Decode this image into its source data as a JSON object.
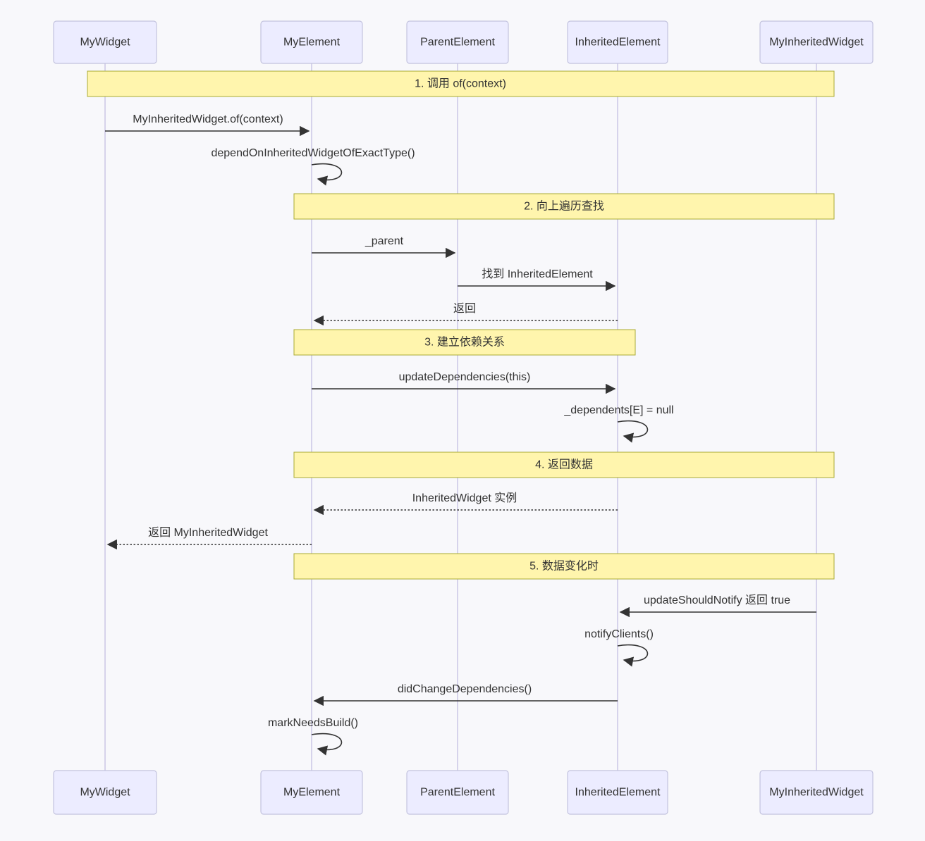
{
  "diagram": {
    "type": "sequence",
    "participants": [
      {
        "label": "MyWidget"
      },
      {
        "label": "MyElement"
      },
      {
        "label": "ParentElement"
      },
      {
        "label": "InheritedElement"
      },
      {
        "label": "MyInheritedWidget"
      }
    ],
    "notes": [
      {
        "label": "1. 调用 of(context)",
        "over": [
          "MyWidget",
          "MyInheritedWidget"
        ]
      },
      {
        "label": "2. 向上遍历查找",
        "over": [
          "MyElement",
          "MyInheritedWidget"
        ]
      },
      {
        "label": "3. 建立依赖关系",
        "over": [
          "MyElement",
          "InheritedElement"
        ]
      },
      {
        "label": "4. 返回数据",
        "over": [
          "MyElement",
          "MyInheritedWidget"
        ]
      },
      {
        "label": "5. 数据变化时",
        "over": [
          "MyElement",
          "MyInheritedWidget"
        ]
      }
    ],
    "messages": [
      {
        "label": "MyInheritedWidget.of(context)",
        "from": "MyWidget",
        "to": "MyElement",
        "style": "solid"
      },
      {
        "label": "dependOnInheritedWidgetOfExactType()",
        "from": "MyElement",
        "to": "MyElement",
        "style": "self"
      },
      {
        "label": "_parent",
        "from": "MyElement",
        "to": "ParentElement",
        "style": "solid"
      },
      {
        "label": "找到 InheritedElement",
        "from": "ParentElement",
        "to": "InheritedElement",
        "style": "solid"
      },
      {
        "label": "返回",
        "from": "InheritedElement",
        "to": "MyElement",
        "style": "dotted"
      },
      {
        "label": "updateDependencies(this)",
        "from": "MyElement",
        "to": "InheritedElement",
        "style": "solid"
      },
      {
        "label": "_dependents[E] = null",
        "from": "InheritedElement",
        "to": "InheritedElement",
        "style": "self"
      },
      {
        "label": "InheritedWidget 实例",
        "from": "InheritedElement",
        "to": "MyElement",
        "style": "dotted"
      },
      {
        "label": "返回 MyInheritedWidget",
        "from": "MyElement",
        "to": "MyWidget",
        "style": "dotted"
      },
      {
        "label": "updateShouldNotify 返回 true",
        "from": "MyInheritedWidget",
        "to": "InheritedElement",
        "style": "solid"
      },
      {
        "label": "notifyClients()",
        "from": "InheritedElement",
        "to": "InheritedElement",
        "style": "self"
      },
      {
        "label": "didChangeDependencies()",
        "from": "InheritedElement",
        "to": "MyElement",
        "style": "solid"
      },
      {
        "label": "markNeedsBuild()",
        "from": "MyElement",
        "to": "MyElement",
        "style": "self"
      }
    ],
    "colors": {
      "background": "#F8F8FB",
      "participant_fill": "#ECECFF",
      "participant_border": "#C3C3DE",
      "note_fill": "#FFF5AD",
      "note_border": "#AAAA33",
      "lifeline": "#D6D3EB",
      "message_line": "#333333",
      "text": "#333333"
    }
  }
}
